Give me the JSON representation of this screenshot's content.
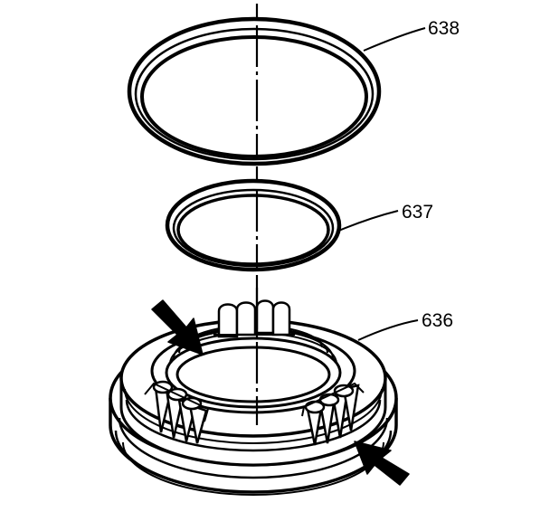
{
  "diagram": {
    "callouts": [
      {
        "id": "638",
        "label": "638"
      },
      {
        "id": "637",
        "label": "637"
      },
      {
        "id": "636",
        "label": "636"
      }
    ],
    "colors": {
      "ink": "#000000",
      "paper": "#ffffff"
    },
    "icons": [
      "arrow-icon"
    ]
  }
}
